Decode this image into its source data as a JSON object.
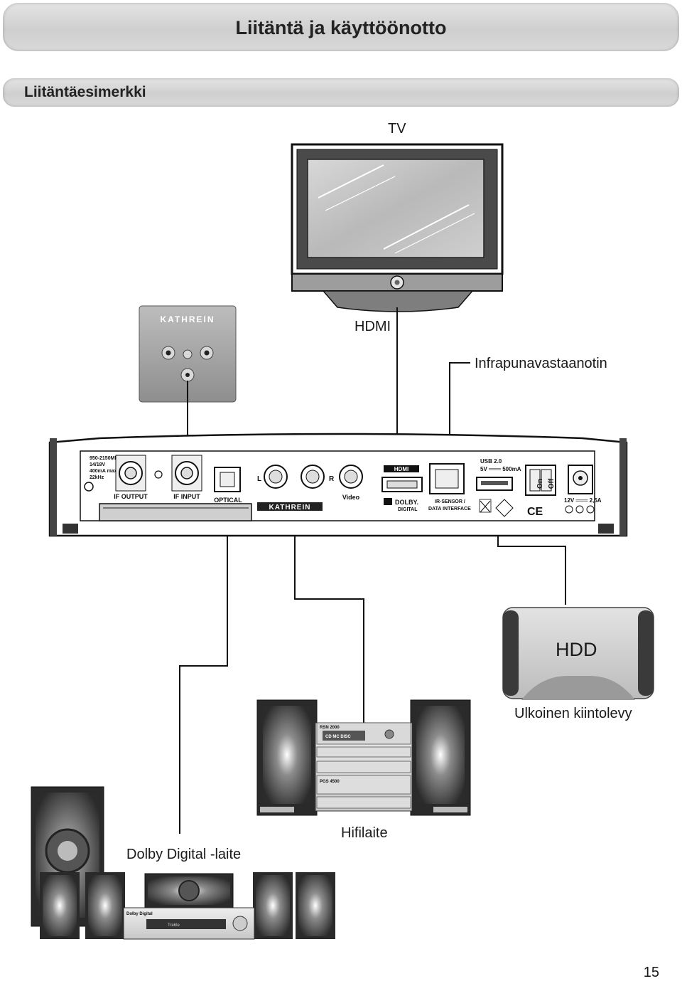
{
  "header": {
    "title": "Liitäntä ja käyttöönotto"
  },
  "section": {
    "title": "Liitäntäesimerkki"
  },
  "devices": {
    "tv": "TV",
    "hdmi": "HDMI",
    "ir": "Infrapunavastaanotin",
    "hdd": "HDD",
    "hdd_caption": "Ulkoinen kiintolevy",
    "hifi": "Hifilaite",
    "dolby": "Dolby Digital -laite"
  },
  "wall_plate": {
    "brand": "KATHREIN"
  },
  "receiver_panel": {
    "spec": [
      "950-2150MHz",
      "14/18V",
      "400mA max.",
      "22kHz"
    ],
    "if_output": "IF OUTPUT",
    "if_input": "IF INPUT",
    "optical": "OPTICAL",
    "left": "L",
    "right": "R",
    "video": "Video",
    "brand": "KATHREIN",
    "hdmi_logo": "HDMI",
    "dolby_logo": "DOLBY.",
    "dolby_sub": "DIGITAL",
    "ir_sensor": "IR-SENSOR /",
    "data_interface": "DATA INTERFACE",
    "usb": "USB 2.0",
    "usb_power": "5V ═══ 500mA",
    "on": "On",
    "off": "Off",
    "power": "12V ═══ 2,5A",
    "ce": "CE"
  },
  "hifi_unit": {
    "model1": "RSN 2000",
    "cd": "CD MC DISC",
    "model2": "PGS 4500"
  },
  "dolby_unit": {
    "label": "Dolby Digital",
    "display": "Treble"
  },
  "page": {
    "number": "15"
  }
}
